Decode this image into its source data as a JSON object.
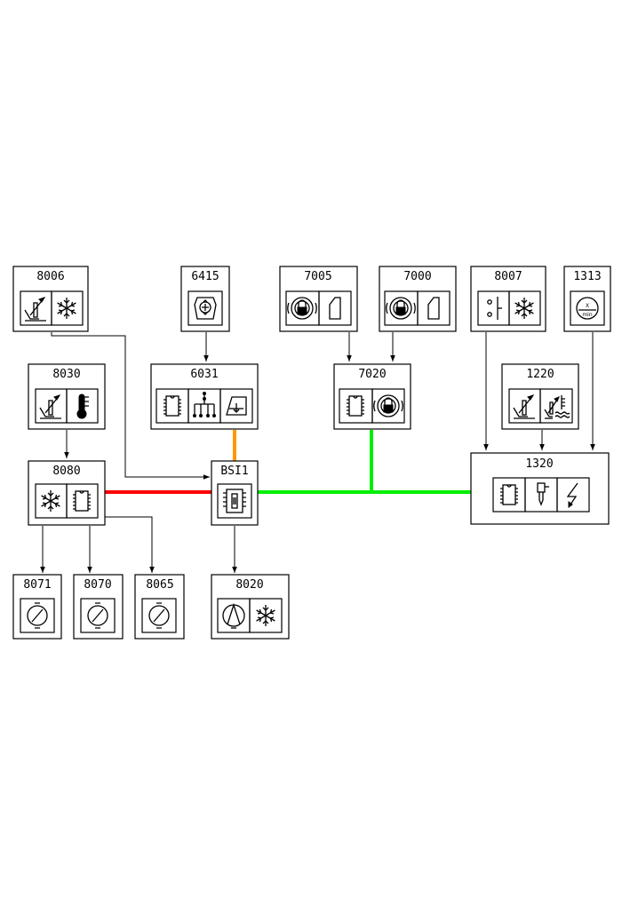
{
  "colors": {
    "line": "#000000",
    "bus_red": "#ff0000",
    "bus_green": "#00ee00",
    "bus_orange": "#ff9900"
  },
  "nodes": {
    "n8006": "8006",
    "n6415": "6415",
    "n7005": "7005",
    "n7000": "7000",
    "n8007": "8007",
    "n1313": "1313",
    "n8030": "8030",
    "n6031": "6031",
    "n7020": "7020",
    "n1220": "1220",
    "n8080": "8080",
    "bsi1": "BSI1",
    "n1320": "1320",
    "n8071": "8071",
    "n8070": "8070",
    "n8065": "8065",
    "n8020": "8020"
  },
  "icon_text": {
    "rpm_x": "X",
    "rpm_unit": "min"
  }
}
